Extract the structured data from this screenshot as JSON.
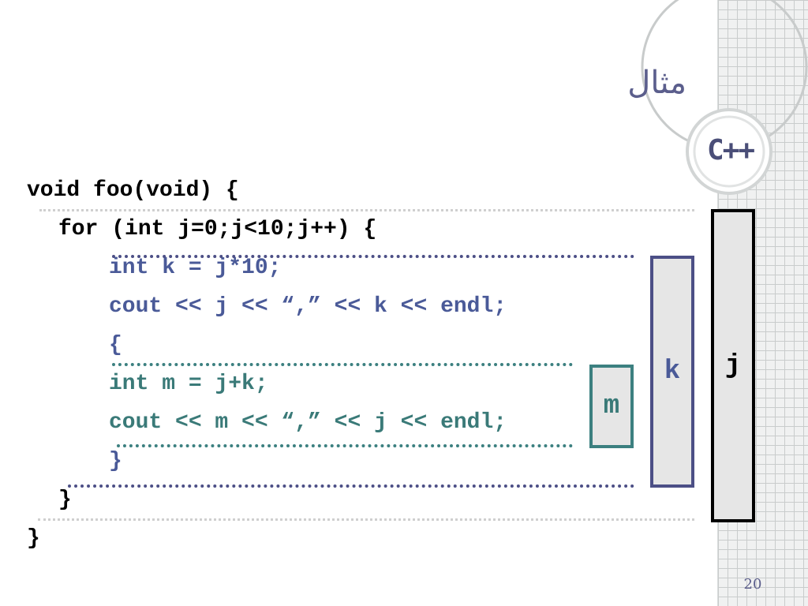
{
  "slide": {
    "title": "مثال",
    "logo_text": "C++",
    "page_number": "20"
  },
  "code": {
    "lines": [
      "void foo(void) {",
      "for (int j=0;j<10;j++) {",
      "int k = j*10;",
      "cout << j << “,” << k << endl;",
      "{",
      "int m = j+k;",
      "cout << m << “,” << j << endl;",
      "}",
      "}",
      "}"
    ]
  },
  "scopes": {
    "j_label": "j",
    "k_label": "k",
    "m_label": "m"
  },
  "colors": {
    "outer_scope": "#000000",
    "loop_scope": "#4a5a98",
    "inner_scope": "#3a7a78",
    "accent": "#5b5e8c"
  }
}
